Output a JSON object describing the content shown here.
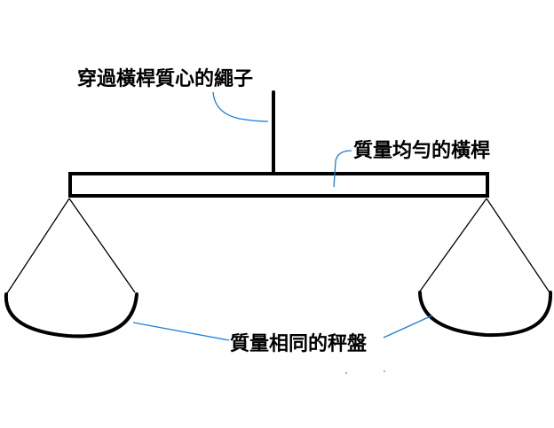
{
  "diagram": {
    "labels": {
      "rope": "穿過橫桿質心的繩子",
      "beam": "質量均勻的橫桿",
      "pans": "質量相同的秤盤"
    },
    "colors": {
      "ink": "#000000",
      "leader": "#1a7fd6",
      "background": "#ffffff"
    }
  }
}
